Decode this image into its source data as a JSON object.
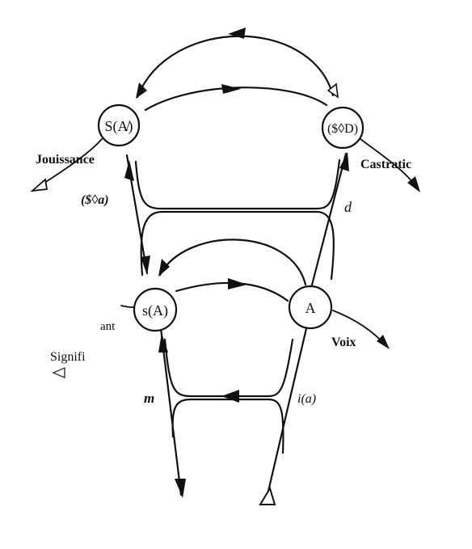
{
  "nodes": {
    "s_barred_a": "S(A̸)",
    "s_d": "($◊D)",
    "s_a_lower": "s(A)",
    "a": "A"
  },
  "labels": {
    "jouissance": "Jouissance",
    "castration": "Castratic",
    "drive": "($◊a)",
    "d": "d",
    "ant": "ant",
    "signifi": "Signifi",
    "voix": "Voix",
    "m": "m",
    "i_a": "i(a)"
  },
  "colors": {
    "ink": "#111111",
    "background": "#ffffff"
  }
}
